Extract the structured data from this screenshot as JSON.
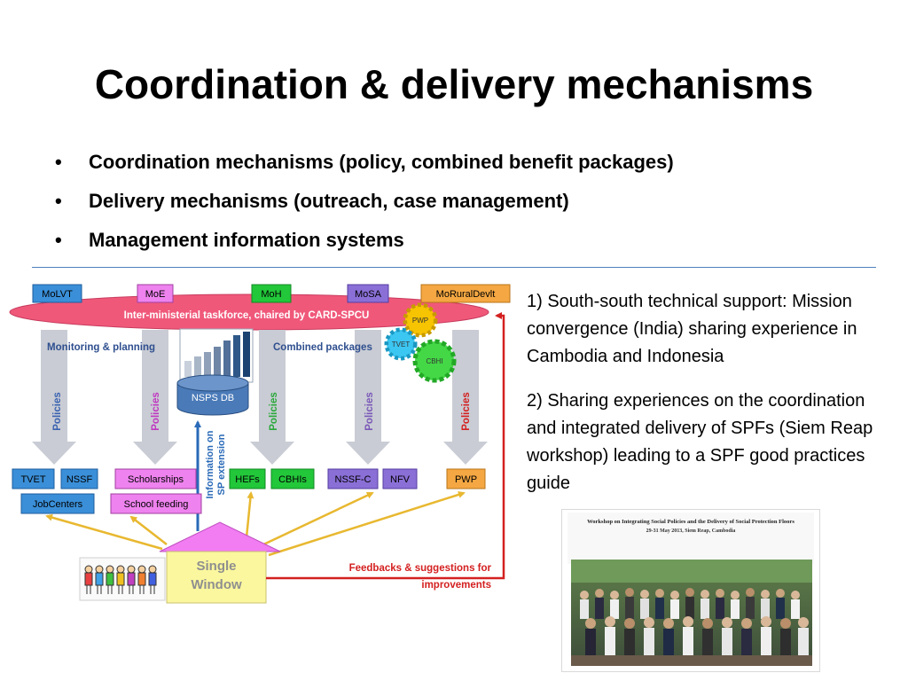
{
  "slide": {
    "title": "Coordination & delivery mechanisms",
    "bullets": [
      "Coordination mechanisms (policy, combined benefit packages)",
      "Delivery mechanisms (outreach, case management)",
      "Management information systems"
    ],
    "bullet_glyph": "•"
  },
  "diagram": {
    "ministries": [
      "MoLVT",
      "MoE",
      "MoH",
      "MoSA",
      "MoRuralDevlt"
    ],
    "taskforce": "Inter-ministerial taskforce, chaired by CARD-SPCU",
    "monitoring": "Monitoring & planning",
    "combined": "Combined packages",
    "gears": [
      "PWP",
      "TVET",
      "CBHI"
    ],
    "policies_label": "Policies",
    "db_label": "NSPS DB",
    "info_label_1": "Information on",
    "info_label_2": "SP extension",
    "programs_row1": [
      "TVET",
      "NSSF",
      "Scholarships",
      "HEFs",
      "CBHIs",
      "NSSF-C",
      "NFV",
      "PWP"
    ],
    "programs_row2": [
      "JobCenters",
      "School feeding"
    ],
    "single_window": [
      "Single",
      "Window"
    ],
    "feedback": [
      "Feedbacks & suggestions for",
      "improvements"
    ]
  },
  "notes": {
    "para1": "1) South-south technical support: Mission convergence (India) sharing experience in Cambodia and Indonesia",
    "para2": "2) Sharing experiences on the coordination and integrated delivery of SPFs (Siem Reap workshop) leading to a SPF good practices guide"
  },
  "photo": {
    "title": "Workshop on Integrating Social Policies and the Delivery of Social Protection Floors",
    "subtitle": "29-31 May 2013, Siem Reap, Cambodia"
  },
  "colors": {
    "blue_box": "#3a8fd8",
    "magenta_box": "#ee82ee",
    "green_box": "#22c73a",
    "purple_box": "#8a6fd6",
    "orange_box": "#f4a742",
    "ellipse": "#f0587a",
    "policies_blue": "#3a62b0",
    "policies_magenta": "#c038c0",
    "policies_green": "#2aa83a",
    "policies_purple": "#7a58b8",
    "policies_red": "#d42020",
    "feedback_red": "#d42020"
  }
}
